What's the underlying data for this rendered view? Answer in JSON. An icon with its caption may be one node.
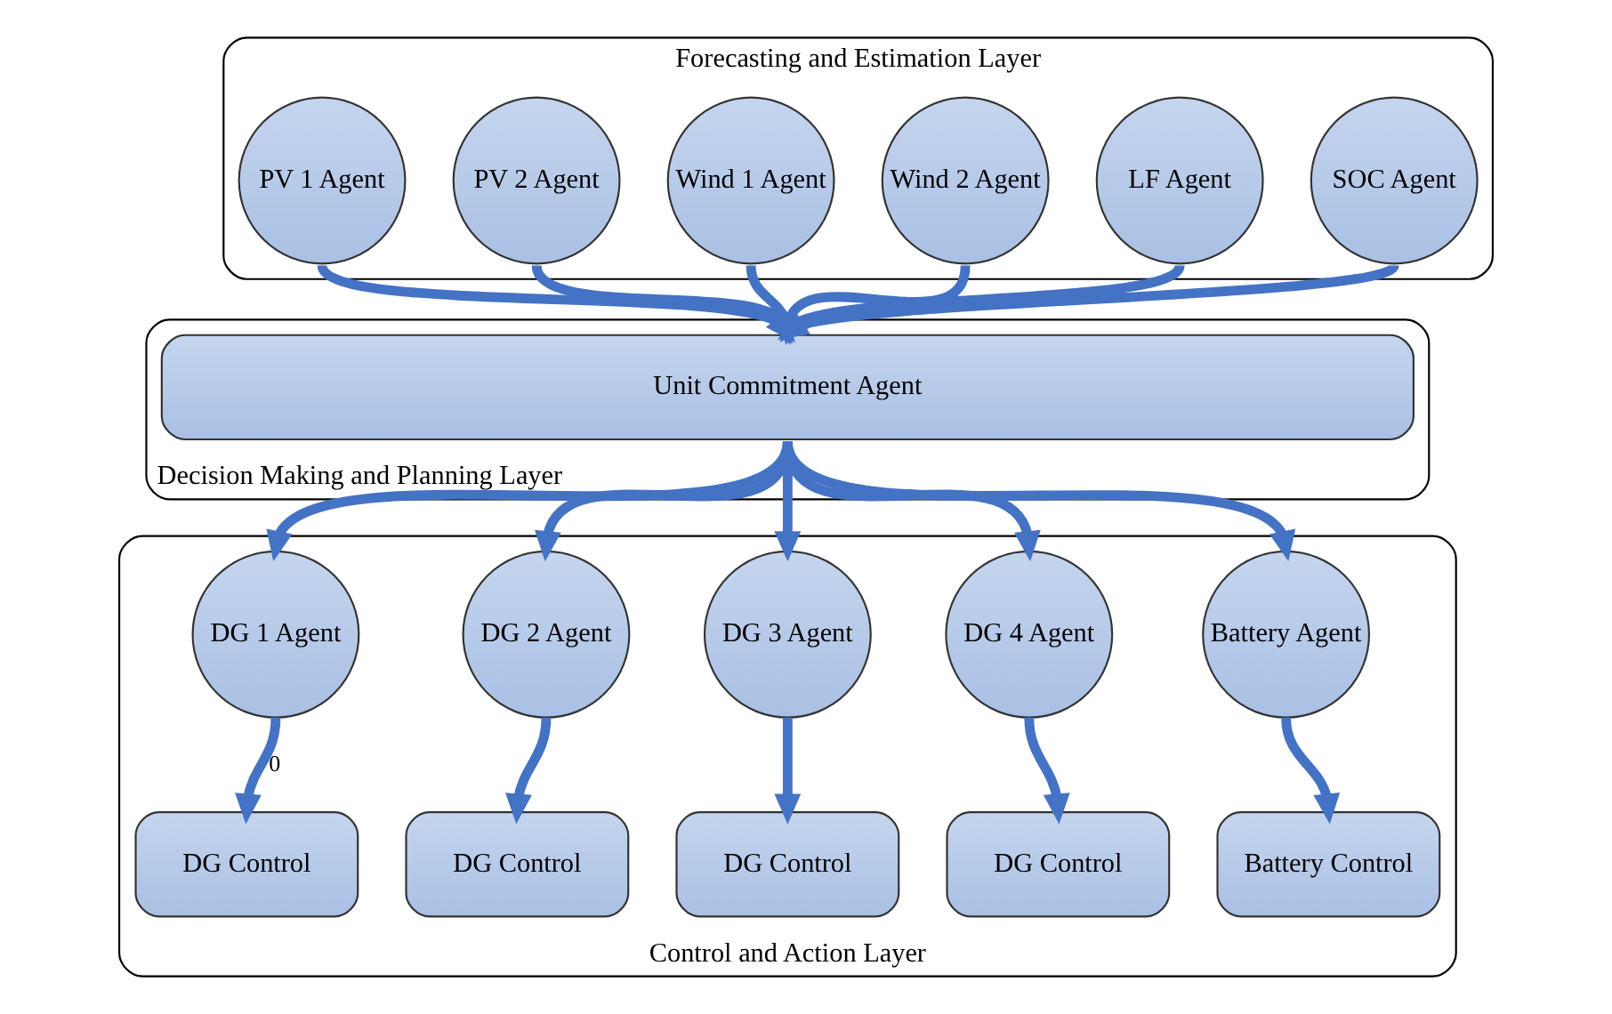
{
  "diagram": {
    "nodes": [
      {
        "text": [
          "Forecasting and Estimation Layer"
        ]
      },
      {
        "text": [
          "PV 1 Agent"
        ],
        "in": 0
      },
      {
        "text": [
          "PV 2 Agent"
        ],
        "in": 0
      },
      {
        "text": [
          "Wind 1 Agent"
        ],
        "in": 0
      },
      {
        "text": [
          "Wind 2 Agent"
        ],
        "in": 0
      },
      {
        "text": [
          "LF Agent"
        ],
        "in": 0
      },
      {
        "text": [
          "SOC Agent"
        ],
        "in": 0
      },
      {
        "text": [
          "Decision Making and Planning Layer"
        ]
      },
      {
        "text": [
          "Unit Commitment Agent"
        ],
        "in": 7
      },
      {
        "text": [
          "Control and Action Layer"
        ]
      },
      {
        "text": [
          "DG 1 Agent"
        ],
        "in": 9
      },
      {
        "text": [
          "DG 2 Agent"
        ],
        "in": 9
      },
      {
        "text": [
          "DG 3 Agent"
        ],
        "in": 9
      },
      {
        "text": [
          "DG 4 Agent"
        ],
        "in": 9
      },
      {
        "text": [
          "Battery Agent"
        ],
        "in": 9
      },
      {
        "text": [
          "DG Control"
        ],
        "in": 9
      },
      {
        "text": [
          "DG Control"
        ],
        "in": 9
      },
      {
        "text": [
          "DG Control"
        ],
        "in": 9
      },
      {
        "text": [
          "DG Control"
        ],
        "in": 9
      },
      {
        "text": [
          "Battery Control"
        ],
        "in": 9
      }
    ],
    "edges": [
      {
        "from": 1,
        "to": 8,
        "arrow": "to"
      },
      {
        "from": 2,
        "to": 8,
        "arrow": "to"
      },
      {
        "from": 3,
        "to": 8,
        "arrow": "to"
      },
      {
        "from": 4,
        "to": 8,
        "arrow": "to"
      },
      {
        "from": 5,
        "to": 8,
        "arrow": "to"
      },
      {
        "from": 6,
        "to": 8,
        "arrow": "to"
      },
      {
        "from": 8,
        "to": 10,
        "arrow": "to"
      },
      {
        "from": 8,
        "to": 11,
        "arrow": "to"
      },
      {
        "from": 8,
        "to": 12,
        "arrow": "to"
      },
      {
        "from": 8,
        "to": 13,
        "arrow": "to"
      },
      {
        "from": 8,
        "to": 14,
        "arrow": "to"
      },
      {
        "from": 10,
        "to": 15,
        "arrow": "to",
        "label": "0"
      },
      {
        "from": 11,
        "to": 16,
        "arrow": "to"
      },
      {
        "from": 12,
        "to": 17,
        "arrow": "to"
      },
      {
        "from": 13,
        "to": 18,
        "arrow": "to"
      },
      {
        "from": 14,
        "to": 19,
        "arrow": "to"
      }
    ]
  }
}
